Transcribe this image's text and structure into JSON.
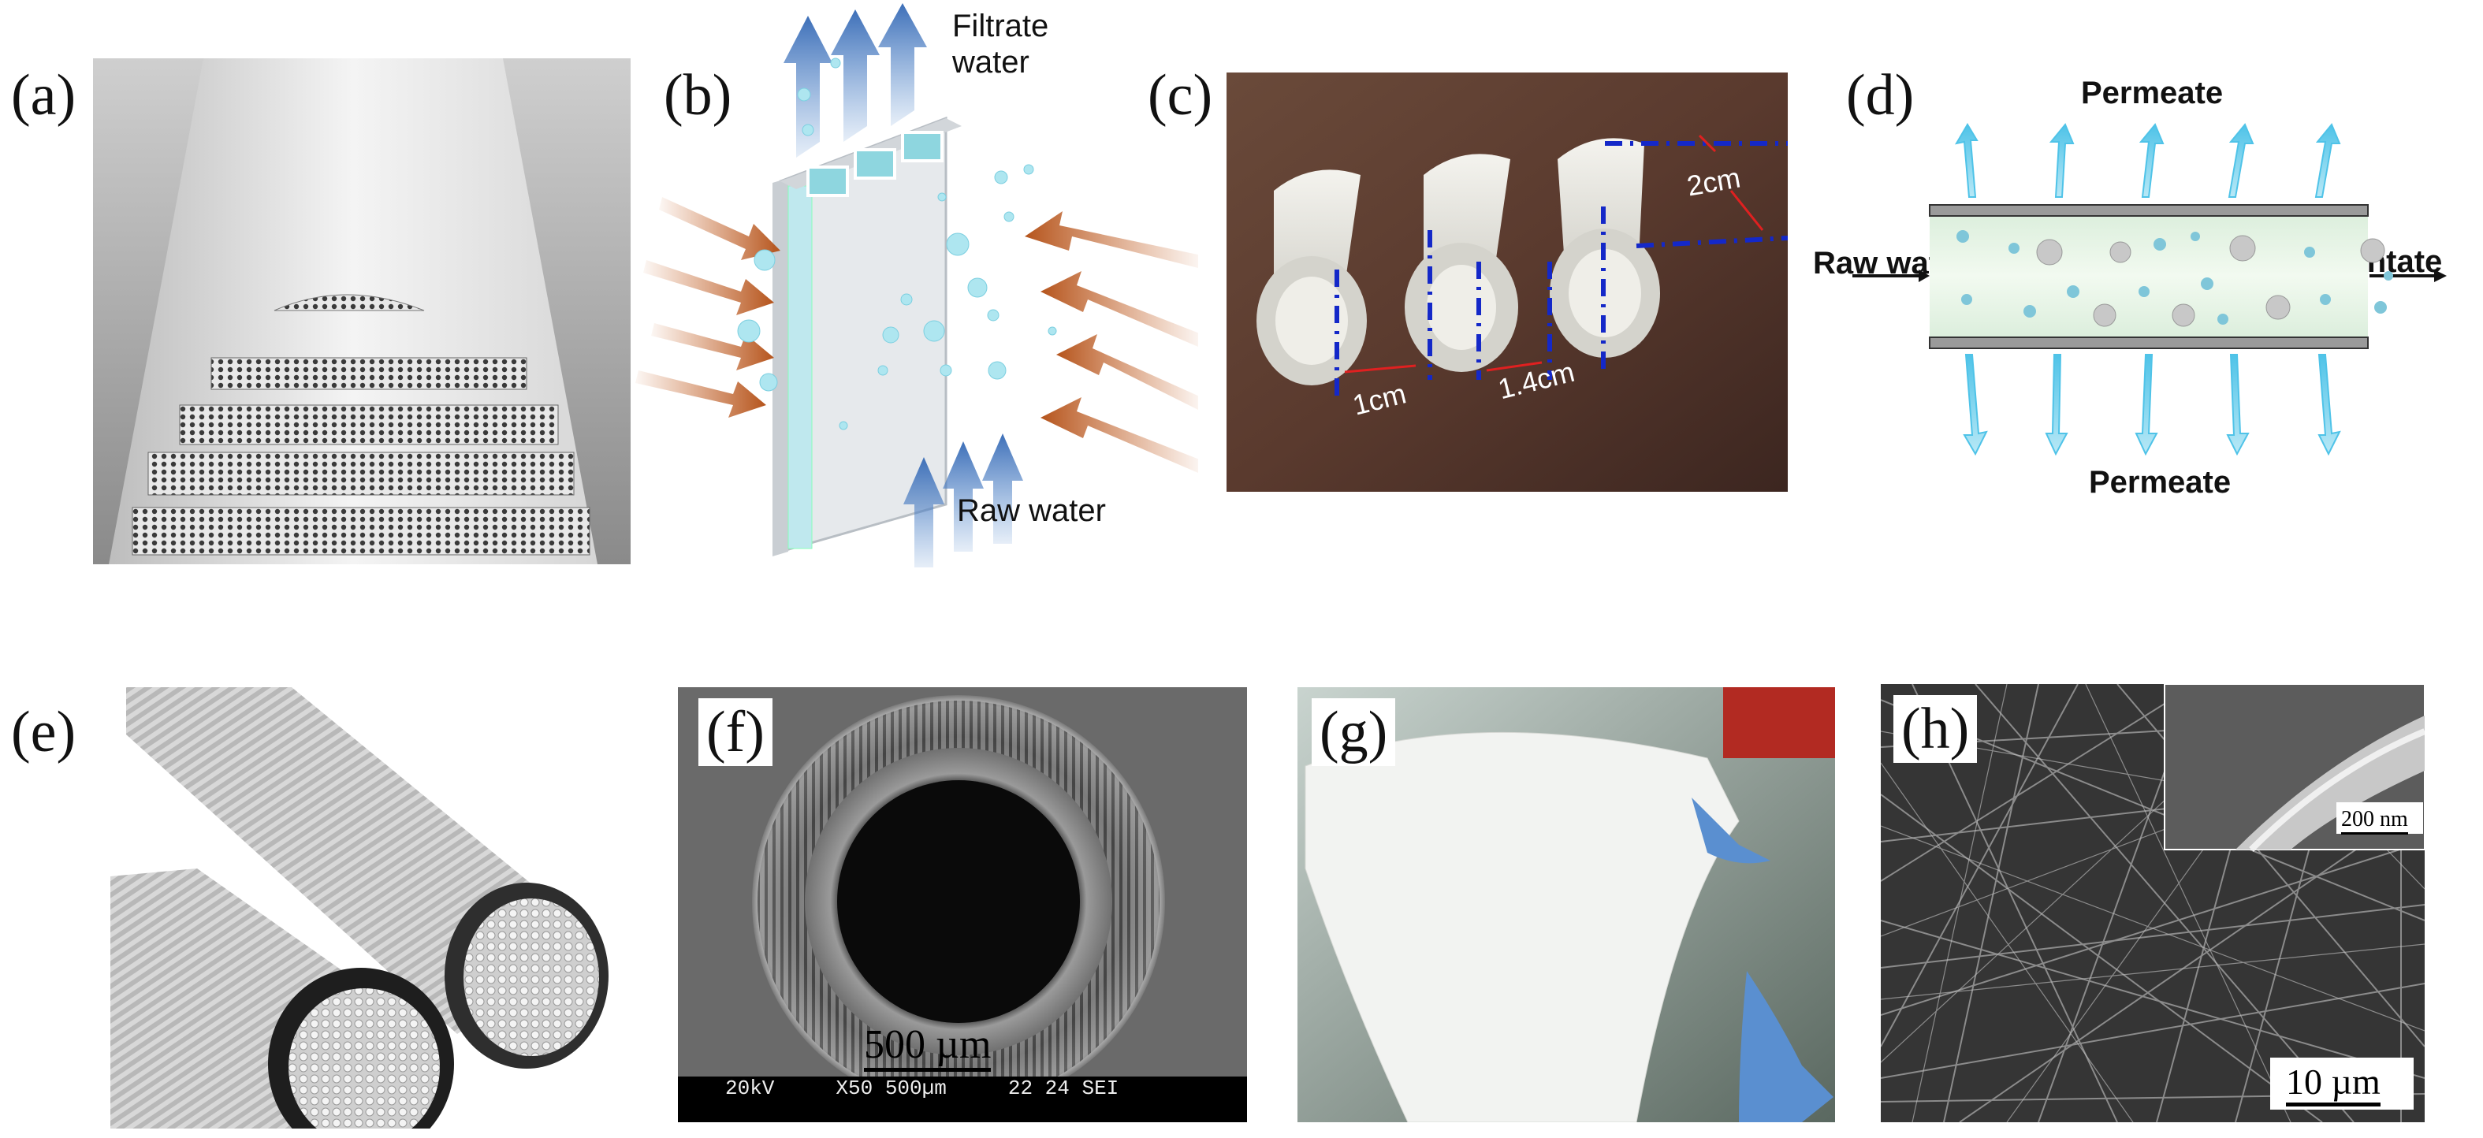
{
  "panels": {
    "a": {
      "label": "(a)"
    },
    "b": {
      "label": "(b)",
      "filtrate_line1": "Filtrate",
      "filtrate_line2": "water",
      "raw": "Raw water"
    },
    "c": {
      "label": "(c)",
      "dim_1": "1cm",
      "dim_2": "1.4cm",
      "dim_3": "2cm"
    },
    "d": {
      "label": "(d)",
      "permeate_top": "Permeate",
      "permeate_bottom": "Permeate",
      "raw": "Raw water",
      "retentate": "Retentate"
    },
    "e": {
      "label": "(e)"
    },
    "f": {
      "label": "(f)",
      "scalebar": "500 µm",
      "sem_info": "20kV     X50 500µm     22 24 SEI"
    },
    "g": {
      "label": "(g)"
    },
    "h": {
      "label": "(h)",
      "inset_scalebar": "200 nm",
      "scalebar": "10 µm"
    }
  },
  "colors": {
    "arrow_blue": "#5b8fd0",
    "arrow_orange": "#c8652a",
    "cyan": "#4fc3e8",
    "dash_blue": "#1428c8"
  }
}
